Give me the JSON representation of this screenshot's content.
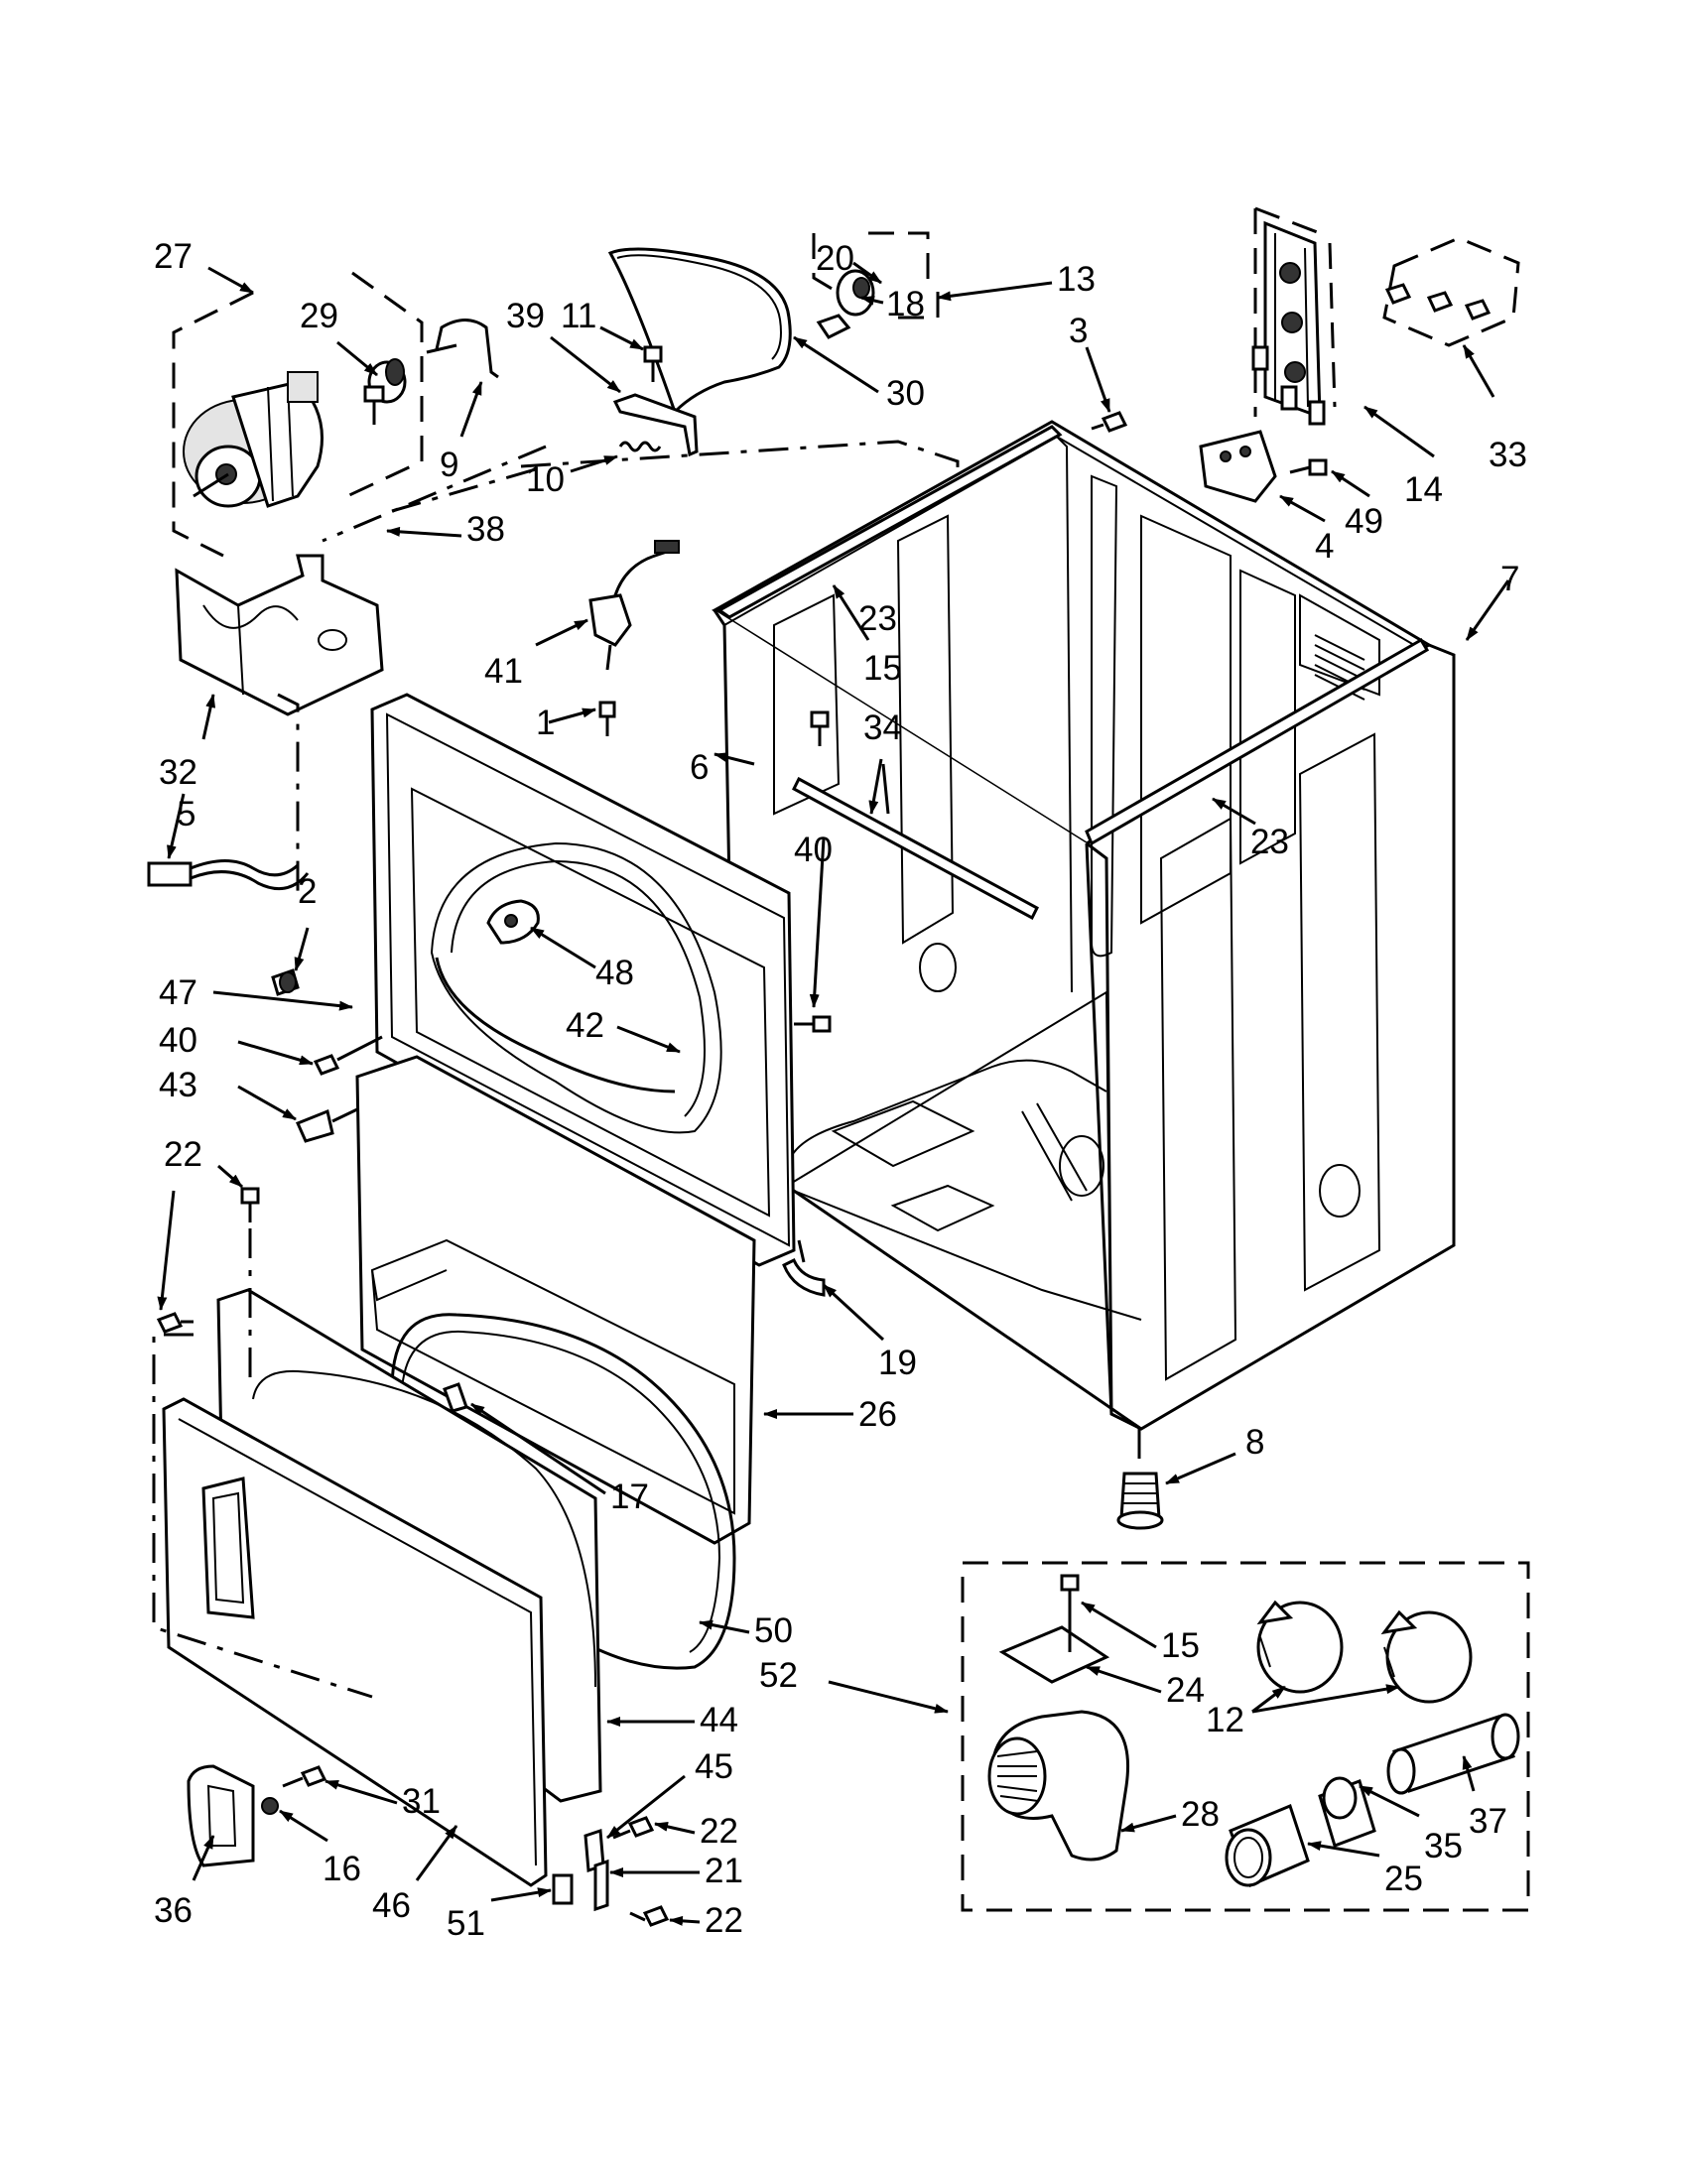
{
  "callouts": [
    {
      "id": "c27a",
      "text": "27"
    },
    {
      "id": "c29",
      "text": "29"
    },
    {
      "id": "c9",
      "text": "9"
    },
    {
      "id": "c39",
      "text": "39"
    },
    {
      "id": "c11",
      "text": "11"
    },
    {
      "id": "c10",
      "text": "10"
    },
    {
      "id": "c20",
      "text": "20"
    },
    {
      "id": "c18",
      "text": "18"
    },
    {
      "id": "c13",
      "text": "13"
    },
    {
      "id": "c30",
      "text": "30"
    },
    {
      "id": "c3",
      "text": "3"
    },
    {
      "id": "c33",
      "text": "33"
    },
    {
      "id": "c14",
      "text": "14"
    },
    {
      "id": "c49",
      "text": "49"
    },
    {
      "id": "c4",
      "text": "4"
    },
    {
      "id": "c7",
      "text": "7"
    },
    {
      "id": "c38",
      "text": "38"
    },
    {
      "id": "c32",
      "text": "32"
    },
    {
      "id": "c41",
      "text": "41"
    },
    {
      "id": "c1",
      "text": "1"
    },
    {
      "id": "c23a",
      "text": "23"
    },
    {
      "id": "c15a",
      "text": "15"
    },
    {
      "id": "c34",
      "text": "34"
    },
    {
      "id": "c6",
      "text": "6"
    },
    {
      "id": "c23b",
      "text": "23"
    },
    {
      "id": "c5",
      "text": "5"
    },
    {
      "id": "c2",
      "text": "2"
    },
    {
      "id": "c40a",
      "text": "40"
    },
    {
      "id": "c48",
      "text": "48"
    },
    {
      "id": "c47",
      "text": "47"
    },
    {
      "id": "c42",
      "text": "42"
    },
    {
      "id": "c40b",
      "text": "40"
    },
    {
      "id": "c43",
      "text": "43"
    },
    {
      "id": "c22a",
      "text": "22"
    },
    {
      "id": "c19",
      "text": "19"
    },
    {
      "id": "c26",
      "text": "26"
    },
    {
      "id": "c8",
      "text": "8"
    },
    {
      "id": "c17",
      "text": "17"
    },
    {
      "id": "c50",
      "text": "50"
    },
    {
      "id": "c15b",
      "text": "15"
    },
    {
      "id": "c52",
      "text": "52"
    },
    {
      "id": "c24",
      "text": "24"
    },
    {
      "id": "c12",
      "text": "12"
    },
    {
      "id": "c44",
      "text": "44"
    },
    {
      "id": "c45",
      "text": "45"
    },
    {
      "id": "c22b",
      "text": "22"
    },
    {
      "id": "c28",
      "text": "28"
    },
    {
      "id": "c31",
      "text": "31"
    },
    {
      "id": "c21",
      "text": "21"
    },
    {
      "id": "c35",
      "text": "35"
    },
    {
      "id": "c37",
      "text": "37"
    },
    {
      "id": "c16",
      "text": "16"
    },
    {
      "id": "c25",
      "text": "25"
    },
    {
      "id": "c36",
      "text": "36"
    },
    {
      "id": "c46",
      "text": "46"
    },
    {
      "id": "c51",
      "text": "51"
    },
    {
      "id": "c22c",
      "text": "22"
    }
  ]
}
